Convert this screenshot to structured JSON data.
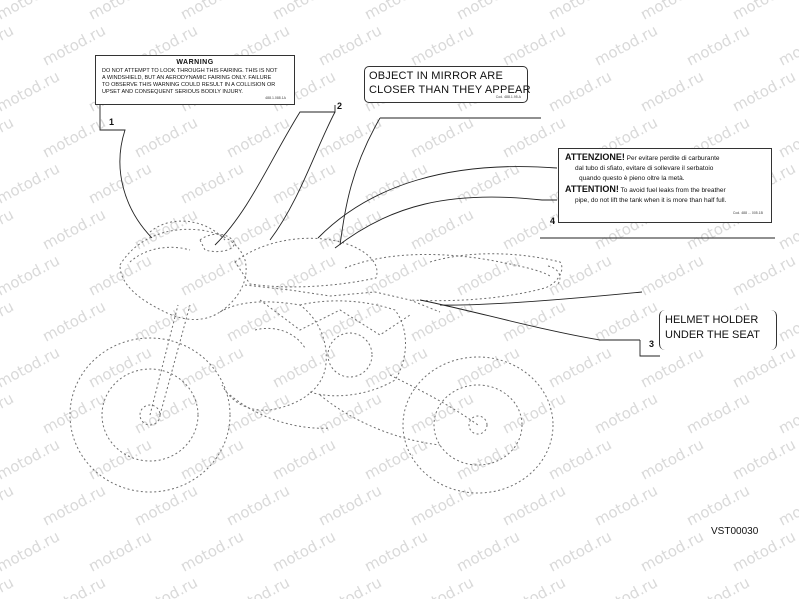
{
  "watermark": "motod.ru",
  "labels": {
    "warning": {
      "number": "1",
      "title": "WARNING",
      "lines": [
        "DO NOT ATTEMPT TO LOOK THROUGH THIS FAIRING. THIS IS NOT",
        "A WINDSHIELD, BUT AN AERODYNAMIC FAIRING ONLY. FAILURE",
        "TO OBSERVE THIS WARNING COULD RESULT IN A COLLISION OR",
        "UPSET AND CONSEQUENT SERIOUS BODILY INJURY."
      ],
      "code": "488.1.088.1A"
    },
    "mirror": {
      "number": "2",
      "line1": "OBJECT IN MIRROR ARE",
      "line2": "CLOSER THAN THEY APPEAR",
      "code": "Cod. 488.1.95.A"
    },
    "helmet": {
      "number": "3",
      "line1": "HELMET HOLDER",
      "line2": "UNDER THE SEAT"
    },
    "fuel": {
      "number": "4",
      "it_strong": "ATTENZIONE!",
      "it_text1": " Per evitare perdite di carburante",
      "it_text2": "dal tubo di sfiato, evitare di sollevare il serbatoio",
      "it_text3": "quando questo è pieno oltre la metà.",
      "en_strong": "ATTENTION!",
      "en_text1": " To avoid fuel leaks from the breather",
      "en_text2": "pipe, do not lift the tank when it is more than half full.",
      "code": "Cod. 488 ... 005.1B"
    }
  },
  "drawing_code": "VST00030"
}
